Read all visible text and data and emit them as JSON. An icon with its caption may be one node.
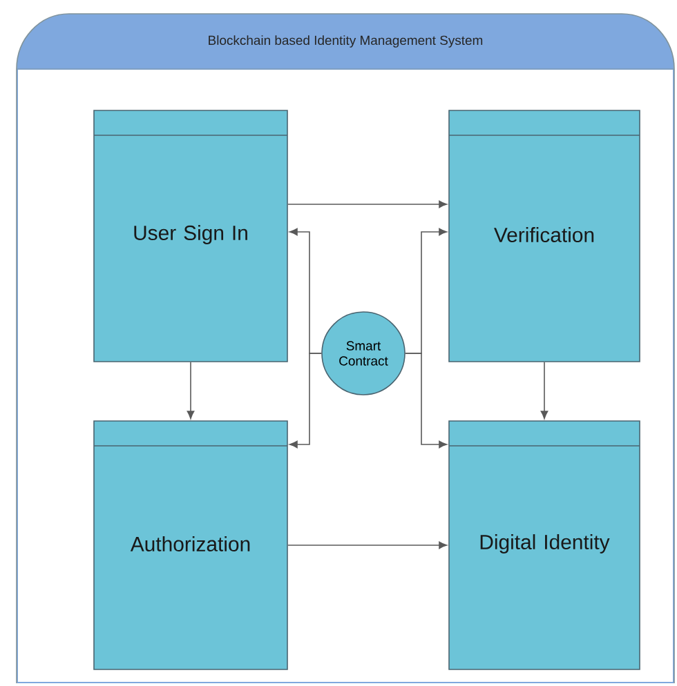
{
  "diagram": {
    "nodes": [
      {
        "text": [
          "Blockchain based Identity Management System"
        ]
      },
      {
        "text": [
          "User Sign In"
        ],
        "in": 0
      },
      {
        "text": [
          "Verification"
        ],
        "in": 0
      },
      {
        "text": [
          "Smart Contract"
        ],
        "in": 0
      },
      {
        "text": [
          "Authorization"
        ],
        "in": 0
      },
      {
        "text": [
          "Digital Identity"
        ],
        "in": 0
      }
    ],
    "edges": [
      {
        "from": 1,
        "to": 2,
        "arrow": "to"
      },
      {
        "from": 3,
        "to": 1,
        "arrow": "to"
      },
      {
        "from": 3,
        "to": 4,
        "arrow": "to"
      },
      {
        "from": 3,
        "to": 2,
        "arrow": "to"
      },
      {
        "from": 3,
        "to": 5,
        "arrow": "to"
      },
      {
        "from": 1,
        "to": 4,
        "arrow": "to"
      },
      {
        "from": 2,
        "to": 5,
        "arrow": "to"
      },
      {
        "from": 4,
        "to": 5,
        "arrow": "to"
      }
    ]
  }
}
